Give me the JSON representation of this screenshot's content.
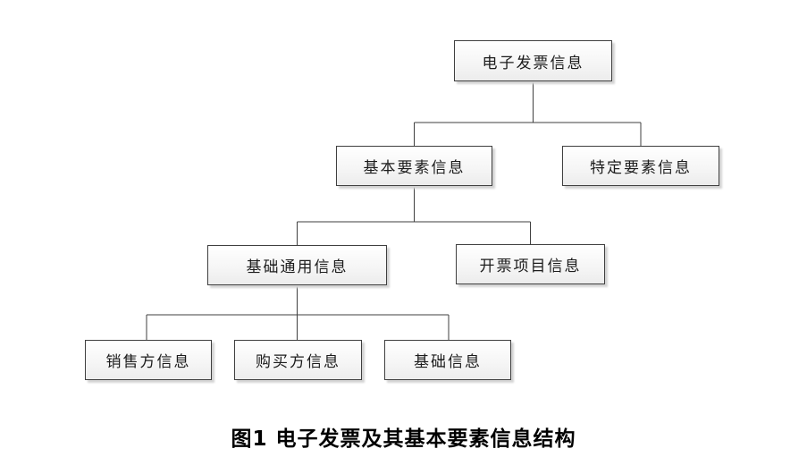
{
  "diagram": {
    "type": "hierarchy-tree",
    "caption": "图1  电子发票及其基本要素信息结构",
    "nodes": {
      "root": {
        "label": "电子发票信息"
      },
      "basic_elements": {
        "label": "基本要素信息"
      },
      "specific_elements": {
        "label": "特定要素信息"
      },
      "basic_common": {
        "label": "基础通用信息"
      },
      "invoice_items": {
        "label": "开票项目信息"
      },
      "seller": {
        "label": "销售方信息"
      },
      "buyer": {
        "label": "购买方信息"
      },
      "basic_info": {
        "label": "基础信息"
      }
    },
    "edges": [
      {
        "from": "root",
        "to": "basic_elements"
      },
      {
        "from": "root",
        "to": "specific_elements"
      },
      {
        "from": "basic_elements",
        "to": "basic_common"
      },
      {
        "from": "basic_elements",
        "to": "invoice_items"
      },
      {
        "from": "basic_common",
        "to": "seller"
      },
      {
        "from": "basic_common",
        "to": "buyer"
      },
      {
        "from": "basic_common",
        "to": "basic_info"
      }
    ],
    "colors": {
      "background": "#ffffff",
      "box_border": "#3f3f3f",
      "box_fill_top": "#ffffff",
      "box_fill_bottom": "#ececec",
      "box_shadow": "#d4d4d4",
      "line": "#3f3f3f",
      "text": "#1c1c1c"
    }
  }
}
